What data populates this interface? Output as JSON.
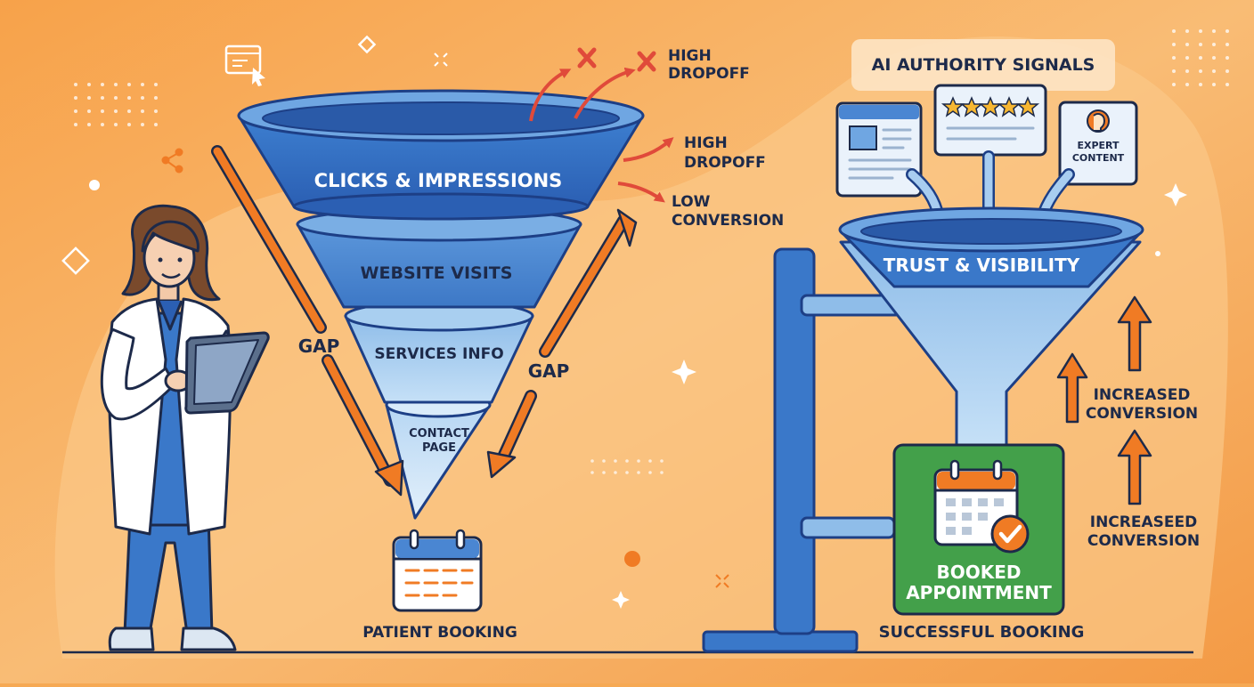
{
  "left_funnel": {
    "stages": [
      "CLICKS & IMPRESSIONS",
      "WEBSITE VISITS",
      "SERVICES INFO",
      "CONTACT",
      "PAGE"
    ],
    "gap_left": "GAP",
    "gap_right": "GAP",
    "dropoff_1": [
      "HIGH",
      "DROPOFF"
    ],
    "dropoff_2": [
      "HIGH",
      "DROPOFF"
    ],
    "low_conversion": [
      "LOW",
      "CONVERSION"
    ],
    "booking_label": "PATIENT BOOKING"
  },
  "right_funnel": {
    "signals_title": "AI AUTHORITY SIGNALS",
    "expert_card": [
      "EXPERT",
      "CONTENT"
    ],
    "funnel_label": "TRUST & VISIBILITY",
    "booked": [
      "BOOKED",
      "APPOINTMENT"
    ],
    "success_label": "SUCCESSFUL BOOKING",
    "increase_1": [
      "INCREASED",
      "CONVERSION"
    ],
    "increase_2": [
      "INCREASEED",
      "CONVERSION"
    ]
  },
  "icons": [
    "browser-cursor-icon",
    "share-icon",
    "calendar-icon",
    "calendar-check-icon",
    "star-rating-icon",
    "expert-head-icon",
    "web-page-icon",
    "sparkle-icon"
  ],
  "colors": {
    "background": "#f6a954",
    "funnel_blue": "#3a78c9",
    "funnel_dark": "#1d3f86",
    "accent_orange": "#f07b24",
    "dropoff_red": "#e04a3a",
    "booked_green": "#43a04a"
  }
}
